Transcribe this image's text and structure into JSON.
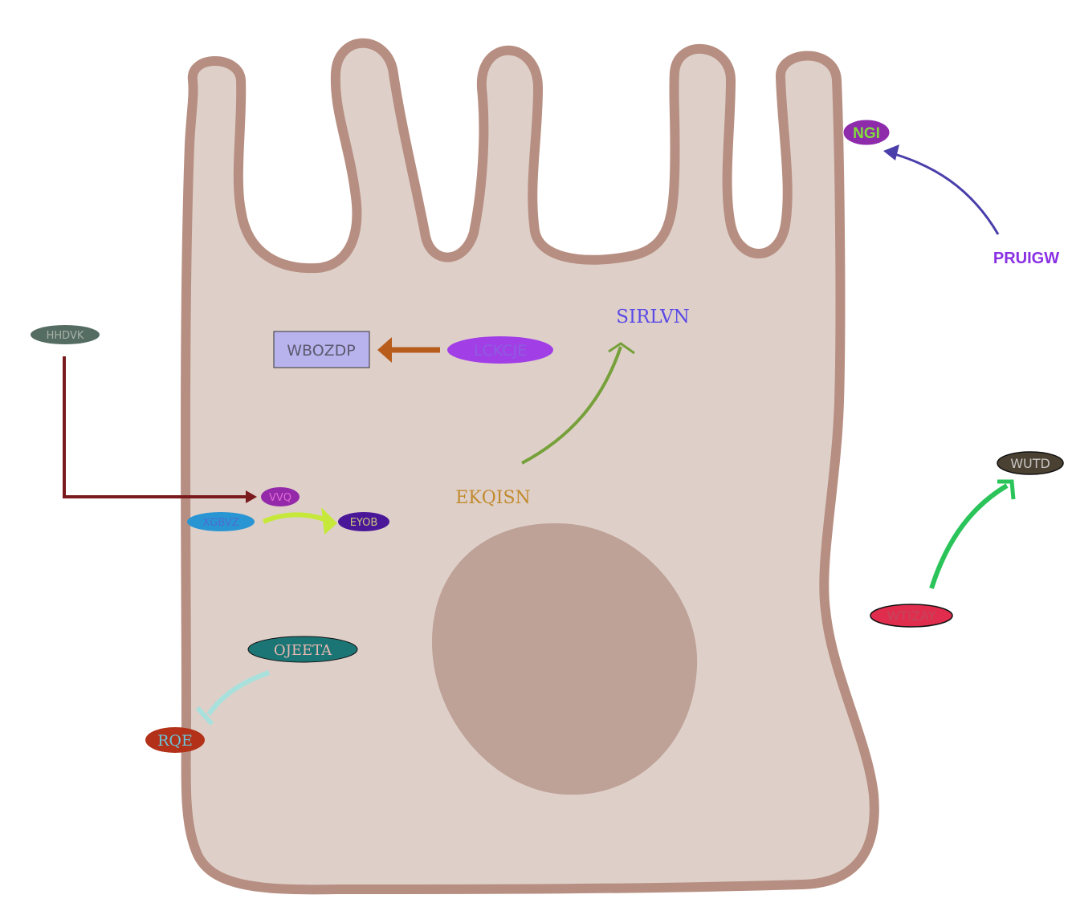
{
  "colors": {
    "background": "#ffffff",
    "cell_fill": "#ded0c9",
    "cell_stroke": "#b78f82",
    "nucleus_fill": "#bea197"
  },
  "nodes": {
    "ngi": {
      "label": "NGI",
      "fill": "#8e2bab",
      "text": "#7fde3a"
    },
    "pruigw": {
      "label": "PRUIGW",
      "text": "#8a30e3"
    },
    "sirlvn": {
      "label": "SIRLVN",
      "text": "#5a4ae6"
    },
    "wbozdp": {
      "label": "WBOZDP",
      "fill": "#b9b3ed",
      "text": "#5c5a70"
    },
    "lckcje": {
      "label": "LCKCJE",
      "fill": "#a23ee6",
      "text": "#8d5ce0"
    },
    "hhdvk": {
      "label": "HHDVK",
      "fill": "#556c62",
      "text": "#a7b2a8"
    },
    "ekqisn": {
      "label": "EKQISN",
      "text": "#c28a2e"
    },
    "vvq": {
      "label": "VVQ",
      "fill": "#942aa9",
      "text": "#e06ad8"
    },
    "xgbvz": {
      "label": "XGBVZ",
      "fill": "#2a95d3",
      "text": "#4c6fd0"
    },
    "eyob": {
      "label": "EYOB",
      "fill": "#4a1798",
      "text": "#c7c47a"
    },
    "wutd": {
      "label": "WUTD",
      "fill": "#4a4132",
      "text": "#c8c4c4"
    },
    "wtizay": {
      "label": "WTIZAY",
      "fill": "#e02d4d",
      "text": "#c2455c"
    },
    "ojeeta": {
      "label": "OJEETA",
      "fill": "#1c7575",
      "text": "#e8b9b1"
    },
    "rqe": {
      "label": "RQE",
      "fill": "#b23118",
      "text": "#6cc4d8"
    }
  },
  "edges": [
    {
      "from": "PRUIGW",
      "to": "NGI",
      "type": "activation",
      "color": "#4a3faa"
    },
    {
      "from": "LCKCJE",
      "to": "WBOZDP",
      "type": "activation",
      "color": "#b85c1c"
    },
    {
      "from": "EKQISN",
      "to": "SIRLVN",
      "type": "activation",
      "color": "#76a03a"
    },
    {
      "from": "HHDVK",
      "to": "VVQ",
      "type": "activation",
      "color": "#7a1a1d"
    },
    {
      "from": "XGBVZ",
      "to": "EYOB",
      "type": "activation",
      "color": "#c6e83a"
    },
    {
      "from": "WTIZAY",
      "to": "WUTD",
      "type": "activation",
      "color": "#2ac45a"
    },
    {
      "from": "OJEETA",
      "to": "RQE",
      "type": "inhibition",
      "color": "#a8e0dc"
    }
  ]
}
